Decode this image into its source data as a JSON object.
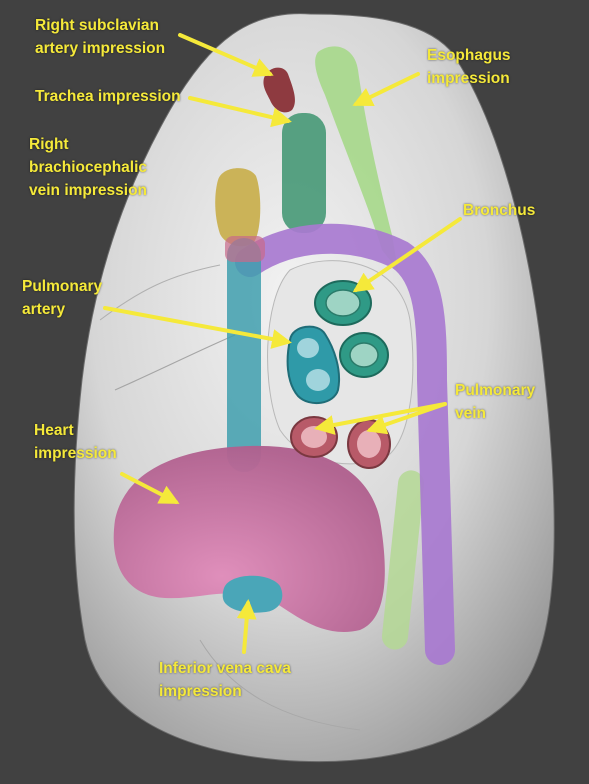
{
  "colors": {
    "background": "#414141",
    "label": "#f5e93a",
    "arrow": "#f5e93a",
    "subclavian": "#8e3a40",
    "trachea": "#4a9a78",
    "esophagus": "#a6d88a",
    "brachiocephalic": "#c9b050",
    "pulmonary_artery_path": "#3f9fae",
    "bronchus_arch": "#a87ad0",
    "heart": "#c46f9e",
    "ivc": "#4aa6b8",
    "bronchus_ring": "#2f9a86",
    "artery_ring": "#2f9aa8",
    "vein_ring": "#b85a68"
  },
  "labels": {
    "subclavian": [
      "Right subclavian",
      "artery impression"
    ],
    "trachea": [
      "Trachea impression"
    ],
    "brachiocephalic": [
      "Right",
      "brachiocephalic",
      "vein impression"
    ],
    "esophagus": [
      "Esophagus",
      "impression"
    ],
    "bronchus": [
      "Bronchus"
    ],
    "pulmonary_artery": [
      "Pulmonary",
      "artery"
    ],
    "pulmonary_vein": [
      "Pulmonary",
      "vein"
    ],
    "heart": [
      "Heart",
      "impression"
    ],
    "ivc": [
      "Inferior vena cava",
      "impression"
    ]
  }
}
